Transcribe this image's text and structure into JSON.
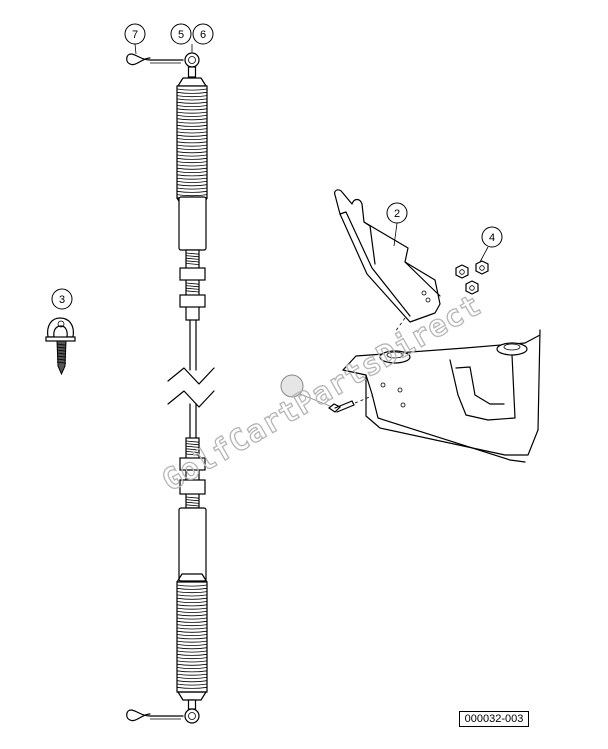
{
  "callouts": [
    "7",
    "5",
    "6",
    "3",
    "2",
    "4"
  ],
  "watermark": "GolfCartPartsDirect",
  "reference_code": "000032-003"
}
